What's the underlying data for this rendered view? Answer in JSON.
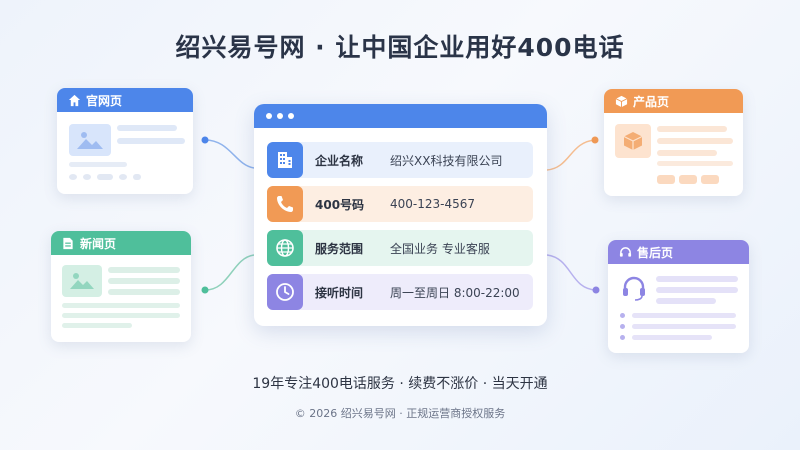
{
  "title": "绍兴易号网 · 让中国企业用好400电话",
  "cards": {
    "website": {
      "label": "官网页",
      "color": "#4d86ea"
    },
    "news": {
      "label": "新闻页",
      "color": "#4fbf9b"
    },
    "product": {
      "label": "产品页",
      "color": "#f19a55"
    },
    "aftersales": {
      "label": "售后页",
      "color": "#8d85e3"
    }
  },
  "center": {
    "rows": [
      {
        "label": "企业名称",
        "value": "绍兴XX科技有限公司",
        "icon": "building-icon",
        "color": "#4d86ea",
        "bg": "#e9f0fc"
      },
      {
        "label": "400号码",
        "value": "400-123-4567",
        "icon": "phone-icon",
        "color": "#f19a55",
        "bg": "#fdeee2"
      },
      {
        "label": "服务范围",
        "value": "全国业务  专业客服",
        "icon": "globe-icon",
        "color": "#4fbf9b",
        "bg": "#e5f5ef"
      },
      {
        "label": "接听时间",
        "value": "周一至周日  8:00-22:00",
        "icon": "clock-icon",
        "color": "#8d85e3",
        "bg": "#eeecfb"
      }
    ]
  },
  "footer": {
    "tagline": "19年专注400电话服务 · 续费不涨价 · 当天开通",
    "copyright": "© 2026 绍兴易号网 · 正规运营商授权服务"
  }
}
